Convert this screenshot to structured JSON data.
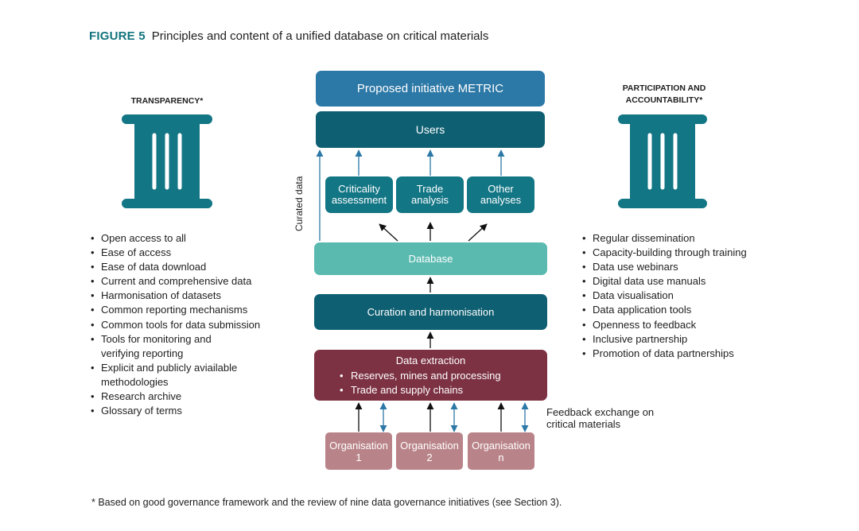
{
  "figure": {
    "number": "FIGURE 5",
    "title": "Principles and content of a unified database on critical materials"
  },
  "left_pillar": {
    "heading": "TRANSPARENCY*",
    "icon": "pillar-icon",
    "color": "#137685",
    "items": [
      "Open access to all",
      "Ease of access",
      "Ease of data download",
      "Current and comprehensive data",
      "Harmonisation of datasets",
      "Common reporting mechanisms",
      "Common tools for data submission",
      "Tools for monitoring and\nverifying reporting",
      "Explicit and publicly aviailable\nmethodologies",
      "Research archive",
      "Glossary of terms"
    ]
  },
  "right_pillar": {
    "heading_line1": "PARTICIPATION AND",
    "heading_line2": "ACCOUNTABILITY*",
    "icon": "pillar-icon",
    "color": "#137685",
    "items": [
      "Regular dissemination",
      "Capacity-building through training",
      "Data use webinars",
      "Digital data use manuals",
      "Data visualisation",
      "Data application tools",
      "Openness to feedback",
      "Inclusive partnership",
      "Promotion of data partnerships"
    ]
  },
  "center": {
    "proposed": "Proposed initiative METRIC",
    "users": "Users",
    "curated_label": "Curated data",
    "analyses": [
      {
        "line1": "Criticality",
        "line2": "assessment"
      },
      {
        "line1": "Trade",
        "line2": "analysis"
      },
      {
        "line1": "Other",
        "line2": "analyses"
      }
    ],
    "database": "Database",
    "curation": "Curation and harmonisation",
    "extraction": {
      "title": "Data extraction",
      "items": [
        "Reserves, mines and processing",
        "Trade and supply chains"
      ]
    },
    "organisations": [
      {
        "line1": "Organisation",
        "line2": "1"
      },
      {
        "line1": "Organisation",
        "line2": "2"
      },
      {
        "line1": "Organisation",
        "line2": "n"
      }
    ],
    "feedback_line1": "Feedback exchange on",
    "feedback_line2": "critical materials"
  },
  "colors": {
    "proposed": "#2c78a6",
    "dark_teal": "#0e5f72",
    "teal": "#137685",
    "database": "#5bbab0",
    "extraction": "#7c3243",
    "organisation": "#b98489",
    "arrow_feedback": "#2c78a6"
  },
  "footnote": "* Based on good governance framework and the review of nine data governance initiatives (see Section 3)."
}
